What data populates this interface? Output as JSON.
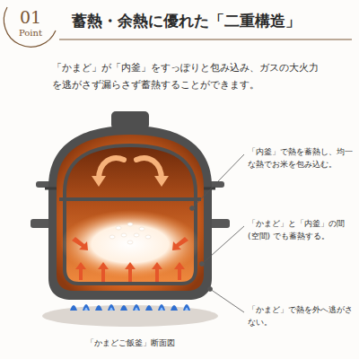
{
  "diagram": {
    "title": "蓄熱・余熱に優れた「二重構造」",
    "caption": "「かまどご飯釜」断面図",
    "nodes": [
      {
        "text": [
          "01",
          "Point"
        ]
      }
    ],
    "labels": [
      "「かまど」が「内釜」をすっぽりと包み込み、ガスの大火力を逃がさず漏らさず蓄熱することができます。",
      "「内釜」で熱を蓄熱し、均一な熱でお米を包み込む。",
      "「かまど」と「内釜」の間 (空間) でも蓄熱する。",
      "「かまど」で熱を外へ逃がさない。"
    ]
  }
}
